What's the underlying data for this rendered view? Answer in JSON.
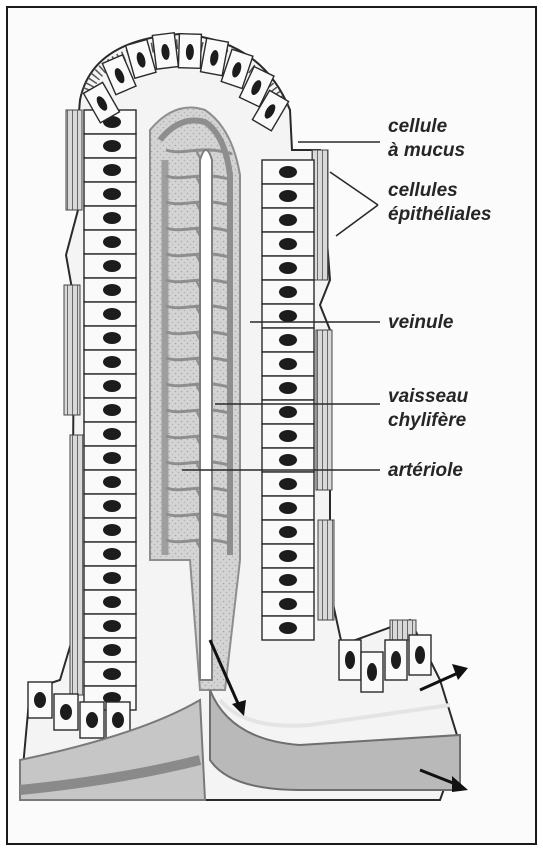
{
  "labels": {
    "mucus_cell": [
      "cellule",
      "à mucus"
    ],
    "epithelial_cells": [
      "cellules",
      "épithéliales"
    ],
    "venule": "veinule",
    "lacteal": [
      "vaisseau",
      "chylifère"
    ],
    "arteriole": "artériole"
  },
  "colors": {
    "outline": "#2a2a2a",
    "nucleus": "#1c1c1c",
    "brush_border": "#9a9a9a",
    "core_shading": "#c8c8c8",
    "vessel_wall": "#8e8e8e",
    "frame": "#1a1a1a"
  }
}
